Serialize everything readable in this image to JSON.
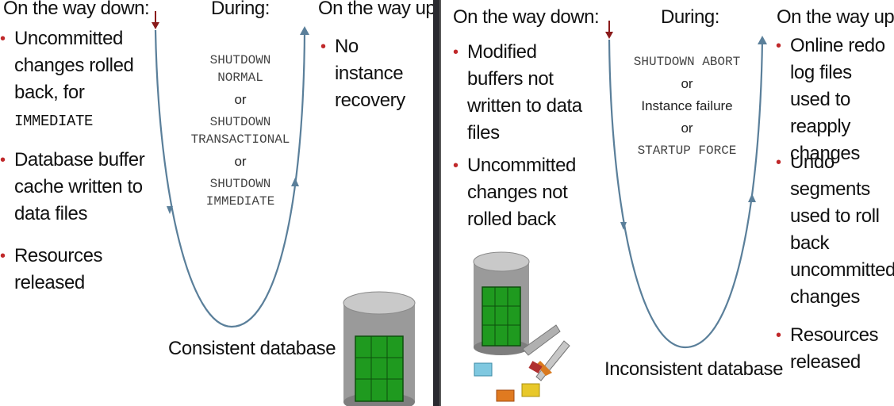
{
  "left": {
    "heading_down": "On the way down:",
    "heading_during": "During:",
    "heading_up": "On the way up:",
    "down_items": [
      {
        "text": "Uncommitted changes rolled back, for",
        "code": "IMMEDIATE"
      },
      {
        "text": "Database buffer cache written to data files"
      },
      {
        "text": "Resources released"
      }
    ],
    "during": [
      "SHUTDOWN",
      "NORMAL",
      "or",
      "SHUTDOWN",
      "TRANSACTIONAL",
      "or",
      "SHUTDOWN",
      "IMMEDIATE"
    ],
    "up_items": [
      {
        "text": "No instance recovery"
      }
    ],
    "caption": "Consistent database"
  },
  "right": {
    "heading_down": "On the way down:",
    "heading_during": "During:",
    "heading_up": "On the way up:",
    "down_items": [
      {
        "text": "Modified buffers not written to data files"
      },
      {
        "text": "Uncommitted changes not rolled back"
      }
    ],
    "during": [
      "SHUTDOWN ABORT",
      "or",
      "Instance failure",
      "or",
      "STARTUP FORCE"
    ],
    "up_items": [
      {
        "text": "Online redo log files used to reapply changes"
      },
      {
        "text": "Undo segments used to roll back uncommitted changes"
      },
      {
        "text": "Resources released"
      }
    ],
    "caption": "Inconsistent database"
  },
  "colors": {
    "bullet": "#c0282a",
    "curve": "#5a7f9a",
    "puzzle": "#1f9a1f",
    "cylinder": "#9a9a9a",
    "divider": "#2a2a30"
  }
}
